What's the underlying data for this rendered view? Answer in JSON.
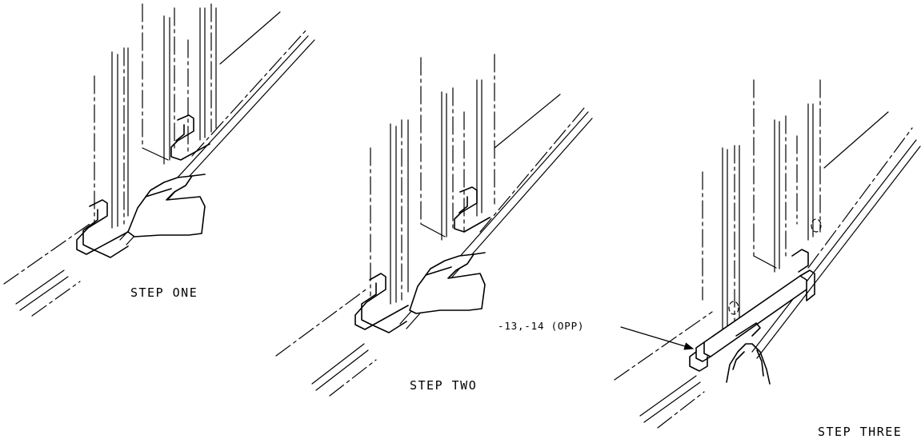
{
  "steps": [
    {
      "label": "STEP ONE"
    },
    {
      "label": "STEP TWO"
    },
    {
      "label": "STEP THREE"
    }
  ],
  "callout": {
    "text": "-13,-14 (OPP)"
  }
}
